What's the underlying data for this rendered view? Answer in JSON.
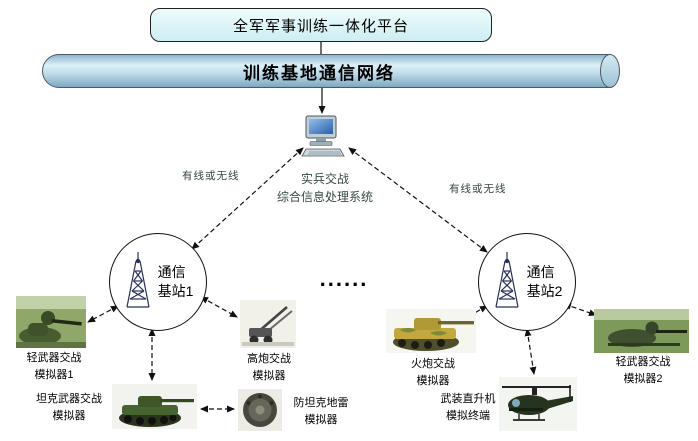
{
  "platform": {
    "label": "全军军事训练一体化平台"
  },
  "network_bus": {
    "label": "训练基地通信网络"
  },
  "processor": {
    "label": "实兵交战\n综合信息处理系统"
  },
  "links": {
    "left": "有线或无线",
    "right": "有线或无线"
  },
  "stations": {
    "station1": {
      "label": "通信\n基站1"
    },
    "station2": {
      "label": "通信\n基站2"
    },
    "ellipsis": "......"
  },
  "simulators": {
    "light_weapon_1": {
      "label": "轻武器交战\n模拟器1"
    },
    "aa_gun": {
      "label": "高炮交战\n模拟器"
    },
    "tank_weapon": {
      "label": "坦克武器交战\n模拟器"
    },
    "anti_tank_mine": {
      "label": "防坦克地雷\n模拟器"
    },
    "artillery": {
      "label": "火炮交战\n模拟器"
    },
    "helicopter": {
      "label": "武装直升机\n模拟终端"
    },
    "light_weapon_2": {
      "label": "轻武器交战\n模拟器2"
    }
  },
  "colors": {
    "platform_fill": "#d8f3f5",
    "bus_fill": "#aecde0",
    "line": "#111111"
  }
}
